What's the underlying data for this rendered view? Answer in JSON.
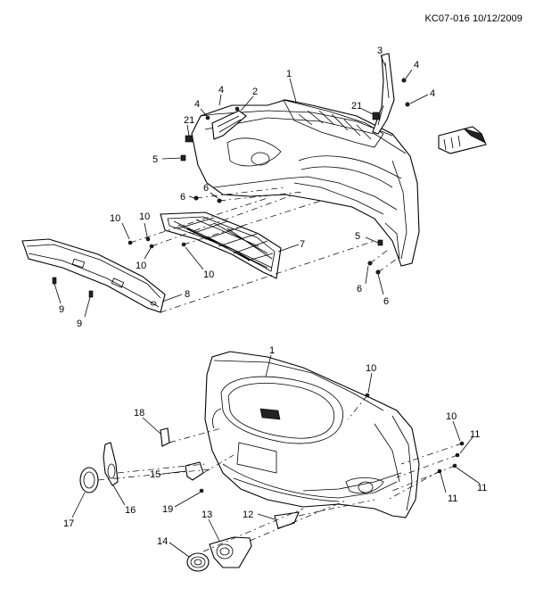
{
  "code": "KC07-016 10/12/2009",
  "labels": {
    "c1": "1",
    "c2": "2",
    "c3": "3",
    "c4a": "4",
    "c4b": "4",
    "c4c": "4",
    "c4d": "4",
    "c5a": "5",
    "c5b": "5",
    "c6a": "6",
    "c6b": "6",
    "c6c": "6",
    "c6d": "6",
    "c7": "7",
    "c8": "8",
    "c9a": "9",
    "c9b": "9",
    "c10a": "10",
    "c10b": "10",
    "c10c": "10",
    "c10d": "10",
    "c21a": "21",
    "c21b": "21",
    "d1": "1",
    "d10a": "10",
    "d10b": "10",
    "d11a": "11",
    "d11b": "11",
    "d11c": "11",
    "d12": "12",
    "d13": "13",
    "d14": "14",
    "d15": "15",
    "d16": "16",
    "d17": "17",
    "d18": "18",
    "d19": "19"
  }
}
